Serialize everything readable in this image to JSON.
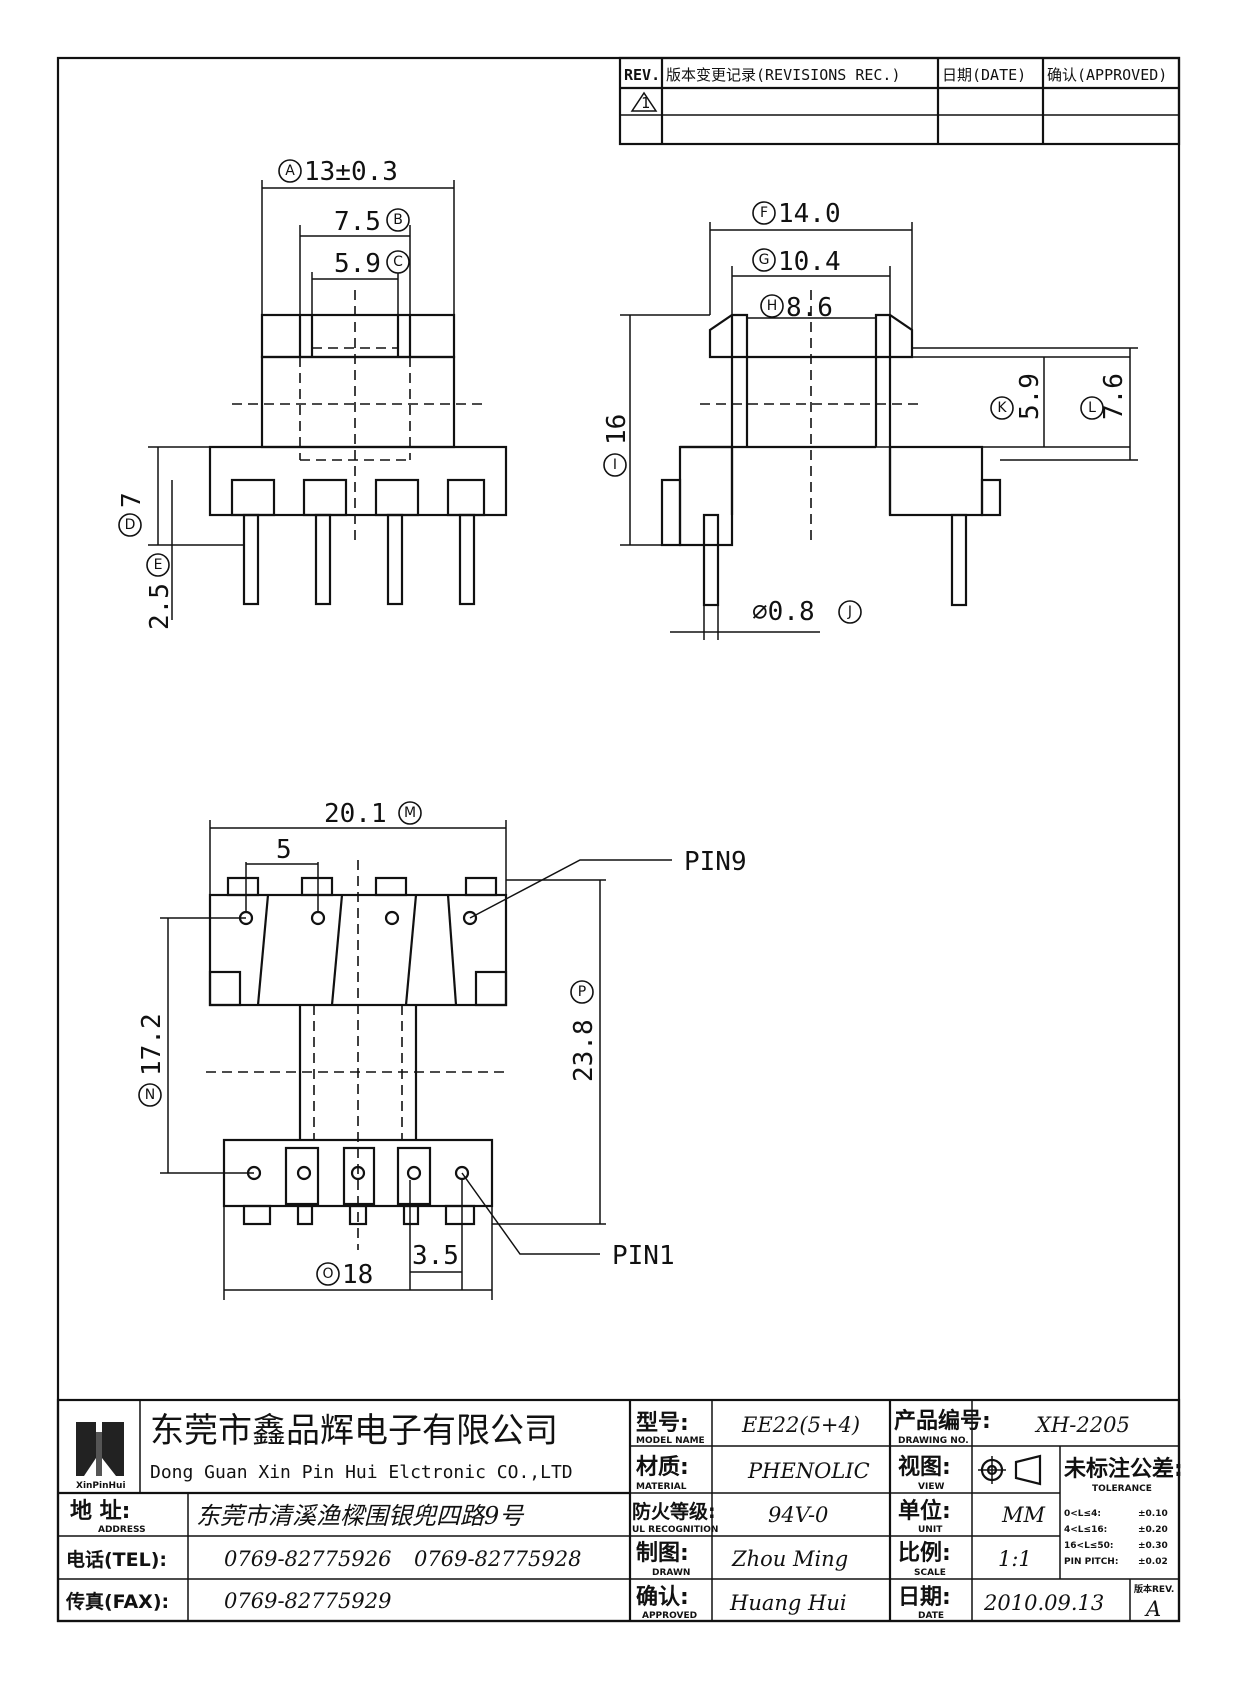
{
  "revisions": {
    "rev_header": "REV.",
    "desc_header": "版本变更记录(REVISIONS REC.)",
    "date_header": "日期(DATE)",
    "approved_header": "确认(APPROVED)",
    "rev_mark": "1"
  },
  "dimensions": {
    "A": "13±0.3",
    "A_tag": "A",
    "B": "7.5",
    "B_tag": "B",
    "C": "5.9",
    "C_tag": "C",
    "D": "7",
    "D_tag": "D",
    "E": "2.5",
    "E_tag": "E",
    "F": "14.0",
    "F_tag": "F",
    "G": "10.4",
    "G_tag": "G",
    "H": "8.6",
    "H_tag": "H",
    "I": "16",
    "I_tag": "I",
    "J": "⌀0.8",
    "J_tag": "J",
    "K": "5.9",
    "K_tag": "K",
    "L": "7.6",
    "L_tag": "L",
    "M": "20.1",
    "M_tag": "M",
    "pitch5": "5",
    "N": "17.2",
    "N_tag": "N",
    "O": "18",
    "O_tag": "O",
    "P": "23.8",
    "P_tag": "P",
    "pitch35": "3.5",
    "pin9": "PIN9",
    "pin1": "PIN1"
  },
  "title_block": {
    "company_cn": "东莞市鑫品辉电子有限公司",
    "company_en": "Dong Guan Xin Pin Hui Elctronic CO.,LTD",
    "logo_text": "XinPinHui",
    "address_label": "地 址:",
    "address_sub": "ADDRESS",
    "address_value": "东莞市清溪渔樑围银兜四路9号",
    "tel_label": "电话(TEL):",
    "tel_value1": "0769-82775926",
    "tel_value2": "0769-82775928",
    "fax_label": "传真(FAX):",
    "fax_value": "0769-82775929",
    "model_label": "型号:",
    "model_sub": "MODEL NAME",
    "model_value": "EE22(5+4)",
    "material_label": "材质:",
    "material_sub": "MATERIAL",
    "material_value": "PHENOLIC",
    "ul_label": "防火等级:",
    "ul_sub": "UL RECOGNITION",
    "ul_value": "94V-0",
    "drawn_label": "制图:",
    "drawn_sub": "DRAWN",
    "drawn_value": "Zhou Ming",
    "approved_label": "确认:",
    "approved_sub": "APPROVED",
    "approved_value": "Huang Hui",
    "drawing_no_label": "产品编号:",
    "drawing_no_sub": "DRAWING NO.",
    "drawing_no_value": "XH-2205",
    "view_label": "视图:",
    "view_sub": "VIEW",
    "unit_label": "单位:",
    "unit_sub": "UNIT",
    "unit_value": "MM",
    "scale_label": "比例:",
    "scale_sub": "SCALE",
    "scale_value": "1:1",
    "date_label": "日期:",
    "date_sub": "DATE",
    "date_value": "2010.09.13",
    "tolerance_label": "未标注公差:",
    "tolerance_sub": "TOLERANCE",
    "tol_rows": [
      {
        "range": "0<L≤4:",
        "value": "±0.10"
      },
      {
        "range": "4<L≤16:",
        "value": "±0.20"
      },
      {
        "range": "16<L≤50:",
        "value": "±0.30"
      },
      {
        "range": "PIN PITCH:",
        "value": "±0.02"
      }
    ],
    "rev_label": "版本REV.",
    "rev_value": "A"
  }
}
